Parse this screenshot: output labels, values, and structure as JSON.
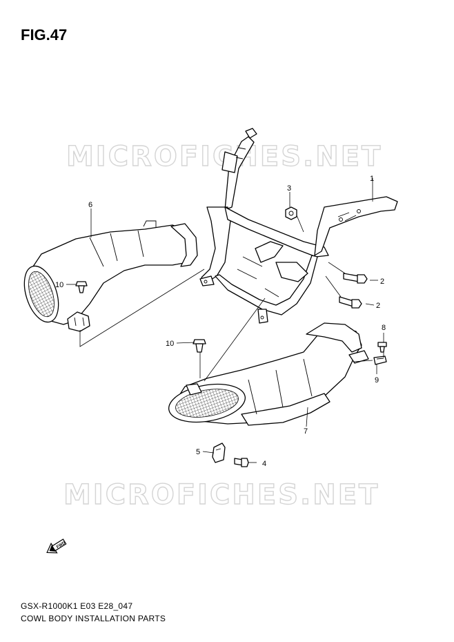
{
  "figure": {
    "title": "FIG.47",
    "code": "GSX-R1000K1 E03 E28_047",
    "description": "COWL BODY INSTALLATION PARTS"
  },
  "watermark": {
    "text": "MICROFICHES.NET",
    "color": "#d4d4d4"
  },
  "fwd_marker": {
    "label": "FWD"
  },
  "callouts": {
    "c1": "1",
    "c2a": "2",
    "c2b": "2",
    "c3": "3",
    "c4": "4",
    "c5": "5",
    "c6": "6",
    "c7": "7",
    "c8": "8",
    "c9": "9",
    "c10a": "10",
    "c10b": "10"
  }
}
